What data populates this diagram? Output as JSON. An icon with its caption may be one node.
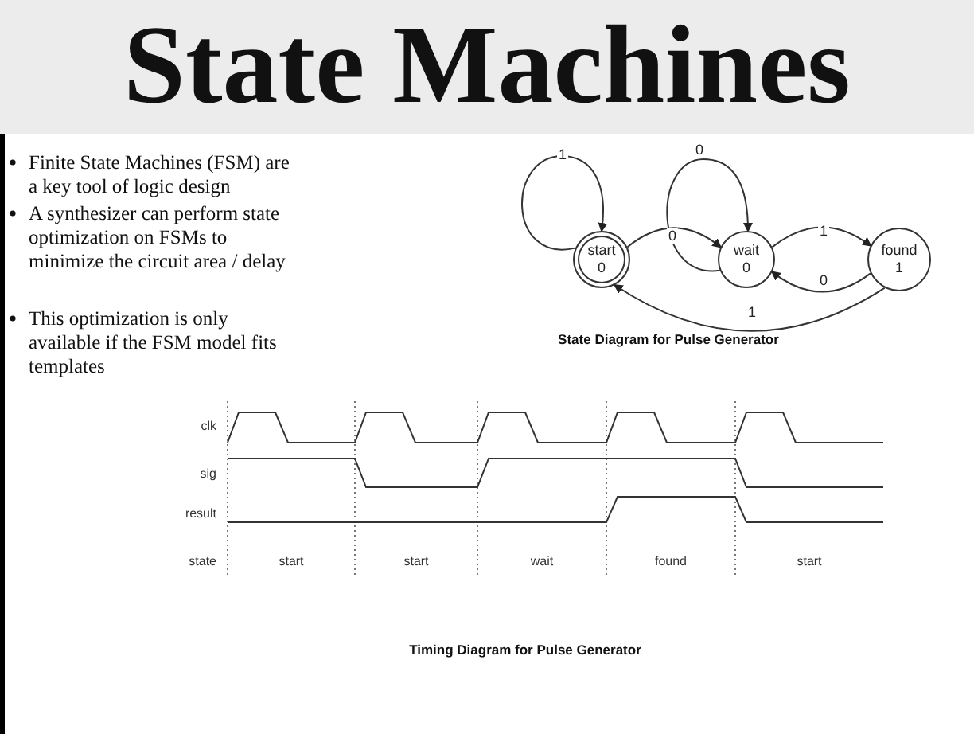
{
  "diagram": {
    "title": "State Machines",
    "nodes": [
      {
        "text": [
          "start",
          "0"
        ]
      },
      {
        "text": [
          "wait",
          "0"
        ]
      },
      {
        "text": [
          "found",
          "1"
        ]
      }
    ],
    "edges": [
      {
        "from": 0,
        "to": 0,
        "arrow": "to",
        "label": "1"
      },
      {
        "from": 0,
        "to": 1,
        "arrow": "to",
        "label": "0"
      },
      {
        "from": 1,
        "to": 1,
        "arrow": "to",
        "label": "0"
      },
      {
        "from": 1,
        "to": 2,
        "arrow": "to",
        "label": "1"
      },
      {
        "from": 2,
        "to": 1,
        "arrow": "to",
        "label": "0"
      },
      {
        "from": 2,
        "to": 0,
        "arrow": "to",
        "label": "1"
      }
    ],
    "labels": [
      "Finite State Machines (FSM) are a key tool of logic design",
      "A synthesizer can perform state optimization on FSMs to minimize the circuit area / delay",
      "This optimization is only available if the FSM model fits templates",
      "State Diagram for Pulse Generator",
      "clk",
      "sig",
      "result",
      "state",
      "start",
      "start",
      "wait",
      "found",
      "start",
      "Timing Diagram for Pulse Generator"
    ]
  }
}
